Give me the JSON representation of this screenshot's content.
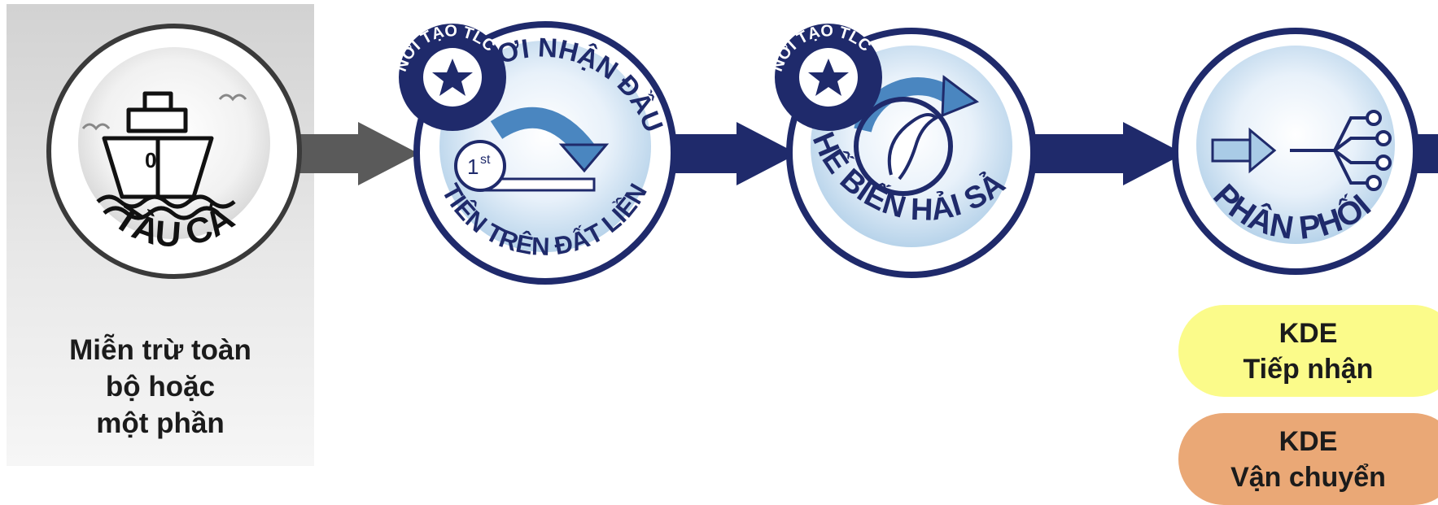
{
  "exempt_panel": {
    "text": "Miễn trừ toàn\nbộ hoặc\nmột phần"
  },
  "stages": [
    {
      "label": "TÀU CÁ"
    },
    {
      "badge": "NƠI TẠO TLC",
      "label_top": "NƠI NHẬN ĐẦU",
      "label_bottom": "TIÊN TRÊN ĐẤT LIỀN",
      "first_label": "1",
      "first_sup": "st"
    },
    {
      "badge": "NƠI TẠO TLC",
      "label": "CHẾ BIẾN HẢI SẢN"
    },
    {
      "label": "PHÂN PHỐI"
    }
  ],
  "kde_boxes": [
    {
      "line1": "KDE",
      "line2": "Tiếp nhận",
      "color": "#fbfb8a"
    },
    {
      "line1": "KDE",
      "line2": "Vận chuyển",
      "color": "#eaa876"
    }
  ],
  "colors": {
    "navy": "#1f2a6b",
    "gray_arrow": "#5a5a5a",
    "light_blue": "#a9cbe6"
  },
  "icons": [
    "fishing-boat-icon",
    "star-icon",
    "curved-arrow-icon",
    "fish-processing-icon",
    "distribution-icon"
  ]
}
